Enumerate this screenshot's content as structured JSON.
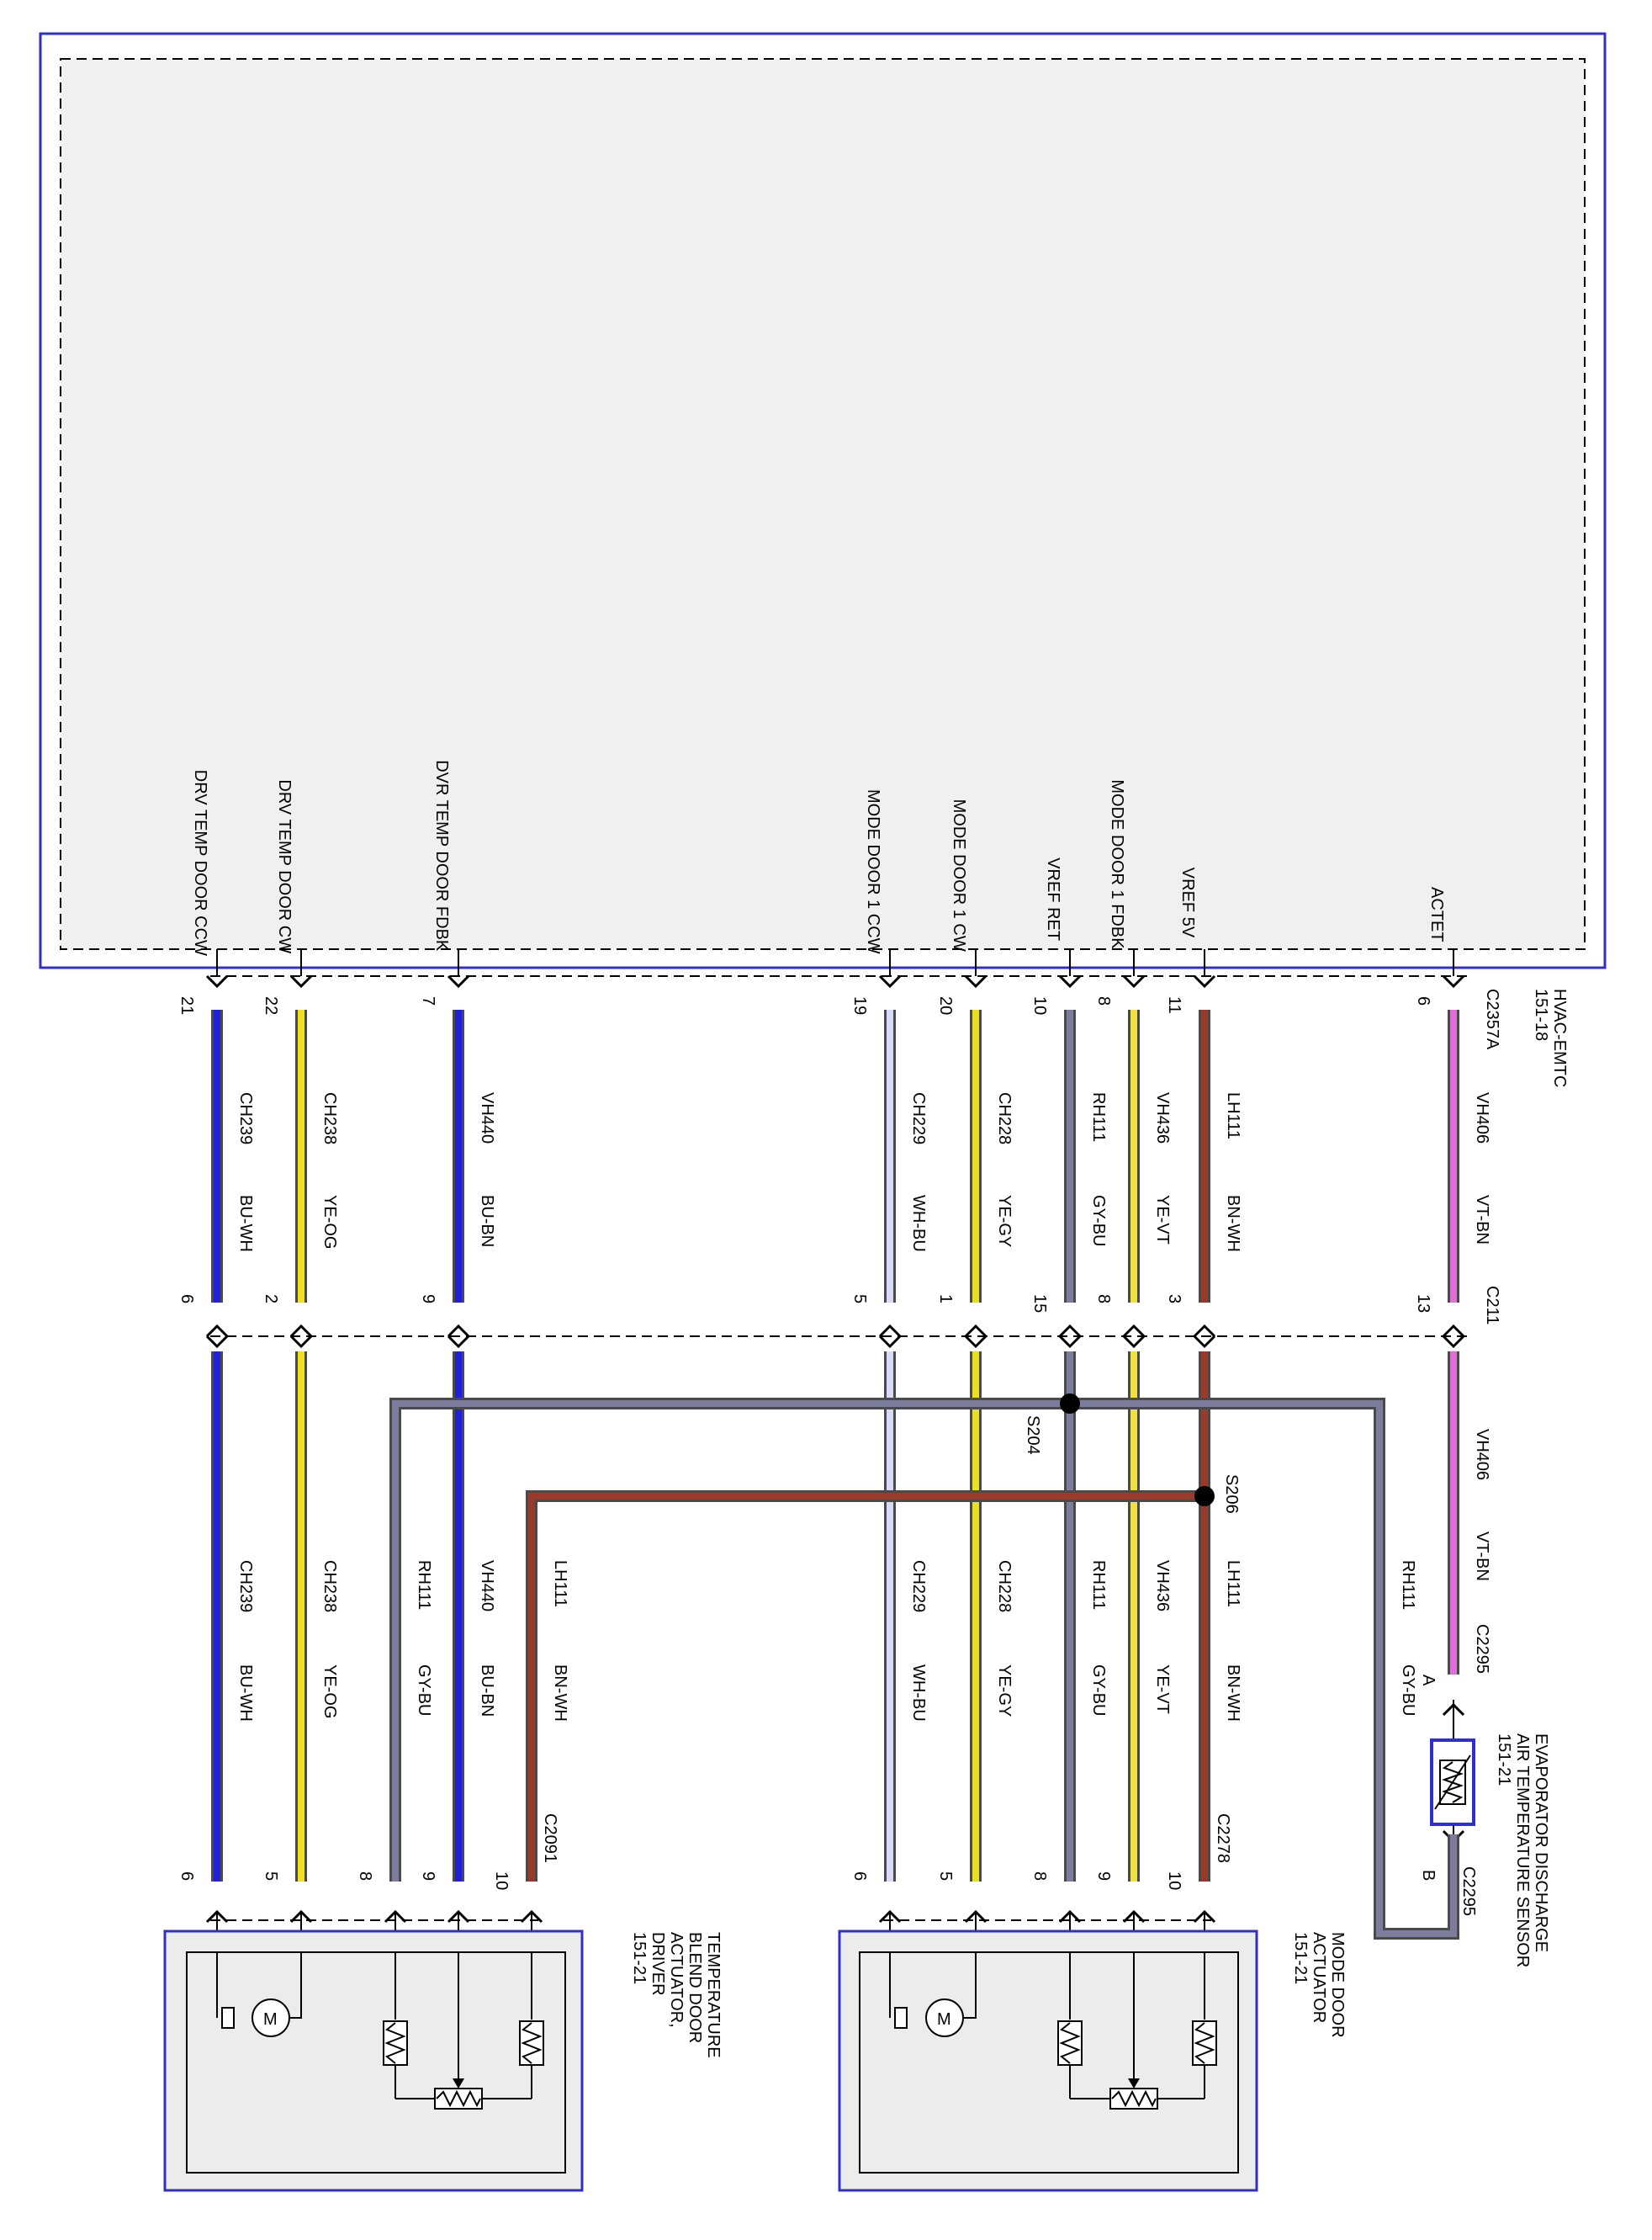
{
  "colors": {
    "box_blue": "#3030c8",
    "wire_outline": "#555555",
    "junction": "#000000",
    "box_fill": "#ececec",
    "module_fill": "#f0f0f0"
  },
  "module": {
    "name_line1": "HVAC-EMTC",
    "name_line2": "151-18",
    "connector": "C2357A",
    "signals": [
      {
        "label": "DRV TEMP DOOR CCW"
      },
      {
        "label": "DRV TEMP DOOR CW"
      },
      {
        "label": "DVR TEMP DOOR FDBK"
      },
      {
        "label": "MODE DOOR 1 CCW"
      },
      {
        "label": "MODE DOOR 1 CW"
      },
      {
        "label": "VREF RET"
      },
      {
        "label": "MODE DOOR 1 FDBK"
      },
      {
        "label": "VREF 5V"
      },
      {
        "label": "ACTET"
      }
    ]
  },
  "inline_connector": "C211",
  "wires": [
    {
      "pin_top": "21",
      "pin_mid": "6",
      "circuit": "CH239",
      "color_code": "BU-WH",
      "color": "#2020d8"
    },
    {
      "pin_top": "22",
      "pin_mid": "2",
      "circuit": "CH238",
      "color_code": "YE-OG",
      "color": "#f0e020"
    },
    {
      "pin_top": "7",
      "pin_mid": "9",
      "circuit": "VH440",
      "color_code": "BU-BN",
      "color": "#2020d8"
    },
    {
      "pin_top": "19",
      "pin_mid": "5",
      "circuit": "CH229",
      "color_code": "WH-BU",
      "color": "#d8d8f8"
    },
    {
      "pin_top": "20",
      "pin_mid": "1",
      "circuit": "CH228",
      "color_code": "YE-GY",
      "color": "#e8e020"
    },
    {
      "pin_top": "10",
      "pin_mid": "15",
      "circuit": "RH111",
      "color_code": "GY-BU",
      "color": "#7c7c9c"
    },
    {
      "pin_top": "8",
      "pin_mid": "8",
      "circuit": "VH436",
      "color_code": "YE-VT",
      "color": "#f0e040"
    },
    {
      "pin_top": "11",
      "pin_mid": "3",
      "circuit": "LH111",
      "color_code": "BN-WH",
      "color": "#9a3a2a"
    },
    {
      "pin_top": "6",
      "pin_mid": "13",
      "circuit": "VH406",
      "color_code": "VT-BN",
      "color": "#e070d8"
    }
  ],
  "splices": [
    {
      "name": "S204"
    },
    {
      "name": "S206"
    }
  ],
  "lower_wires": [
    {
      "circuit": "CH239",
      "color_code": "BU-WH",
      "pin": "6"
    },
    {
      "circuit": "CH238",
      "color_code": "YE-OG",
      "pin": "5"
    },
    {
      "circuit": "RH111",
      "color_code": "GY-BU",
      "pin": "8"
    },
    {
      "circuit": "VH440",
      "color_code": "BU-BN",
      "pin": "9"
    },
    {
      "circuit": "LH111",
      "color_code": "BN-WH",
      "pin": "10"
    },
    {
      "circuit": "CH229",
      "color_code": "WH-BU",
      "pin": "6"
    },
    {
      "circuit": "CH228",
      "color_code": "YE-GY",
      "pin": "5"
    },
    {
      "circuit": "RH111",
      "color_code": "GY-BU",
      "pin": "8"
    },
    {
      "circuit": "VH436",
      "color_code": "YE-VT",
      "pin": "9"
    },
    {
      "circuit": "LH111",
      "color_code": "BN-WH",
      "pin": "10"
    }
  ],
  "sensor_wires": [
    {
      "circuit": "VH406",
      "color_code": "VT-BN",
      "connector": "C2295",
      "pin": "A"
    },
    {
      "circuit": "RH111",
      "color_code": "GY-BU",
      "connector": "C2295",
      "pin": "B"
    }
  ],
  "components": {
    "temp_actuator": {
      "connector": "C2091",
      "lines": [
        "TEMPERATURE",
        "BLEND DOOR",
        "ACTUATOR,",
        "DRIVER",
        "151-21"
      ]
    },
    "mode_actuator": {
      "connector": "C2278",
      "lines": [
        "MODE DOOR",
        "ACTUATOR",
        "151-21"
      ]
    },
    "sensor": {
      "lines": [
        "EVAPORATOR DISCHARGE",
        "AIR TEMPERATURE SENSOR",
        "151-21"
      ]
    },
    "motor_symbol": "M"
  }
}
